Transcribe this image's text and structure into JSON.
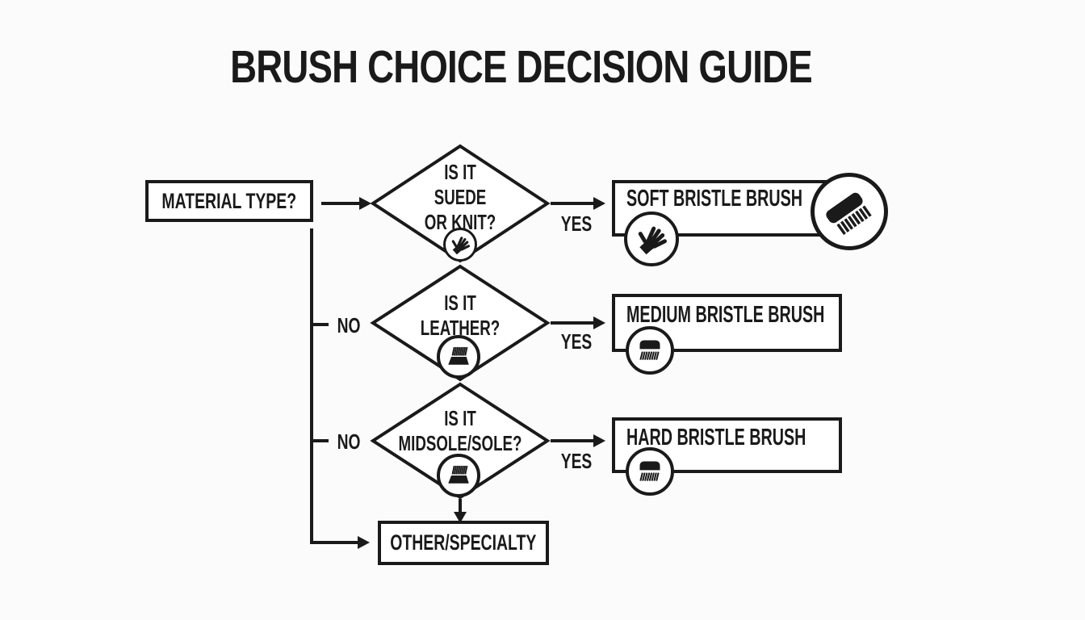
{
  "title": "BRUSH CHOICE DECISION GUIDE",
  "colors": {
    "ink": "#1a1a1a",
    "background": "#fbfbfb",
    "node_fill": "#ffffff"
  },
  "start_node": {
    "label": "MATERIAL TYPE?"
  },
  "decisions": [
    {
      "lines": [
        "IS IT",
        "SUEDE",
        "OR KNIT?"
      ],
      "icon": "glove-icon",
      "yes_label": "YES",
      "result": {
        "label": "SOFT BRISTLE BRUSH",
        "icons": [
          "glove-icon",
          "scrub-brush-diagonal-icon"
        ]
      }
    },
    {
      "lines": [
        "IS IT",
        "LEATHER?"
      ],
      "icon": "brush-bristles-up-icon",
      "no_label": "NO",
      "yes_label": "YES",
      "result": {
        "label": "MEDIUM BRISTLE BRUSH",
        "icons": [
          "brush-bristles-down-icon"
        ]
      }
    },
    {
      "lines": [
        "IS IT",
        "MIDSOLE/SOLE?"
      ],
      "icon": "brush-bristles-up-icon",
      "no_label": "NO",
      "yes_label": "YES",
      "result": {
        "label": "HARD BRISTLE BRUSH",
        "icons": [
          "brush-bristles-down-icon"
        ]
      }
    }
  ],
  "fallback_node": {
    "label": "OTHER/SPECIALTY"
  }
}
